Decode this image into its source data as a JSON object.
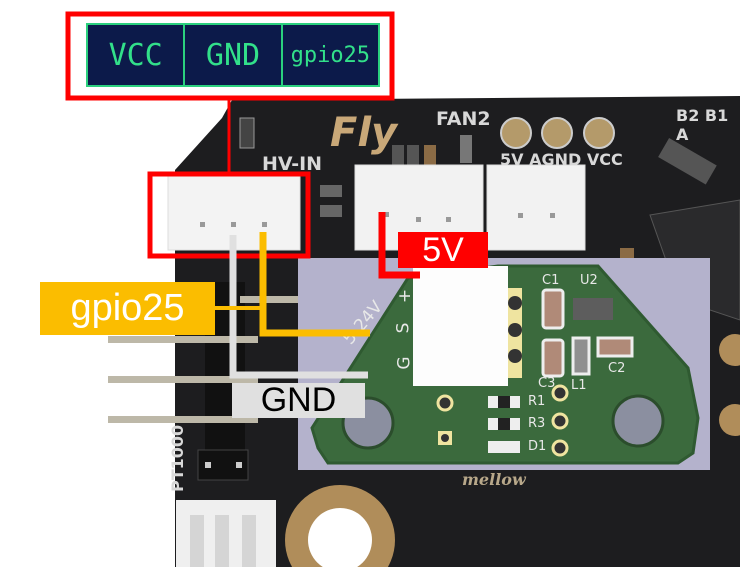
{
  "header_label": {
    "pins": [
      "VCC",
      "GND",
      "gpio25"
    ]
  },
  "board": {
    "brand": "Fly",
    "fan_label": "FAN2",
    "power_pins": "5V AGND VCC",
    "hv_in": "HV-IN",
    "corner_label": "B2 B1 A",
    "pt1000": "PT1000",
    "maker": "mellow"
  },
  "callouts": {
    "gpio": "gpio25",
    "gnd": "GND",
    "v5": "5V"
  },
  "sensor_pcb": {
    "voltage": "5-24V",
    "pins": [
      "+",
      "S",
      "G"
    ],
    "components": [
      "C1",
      "U2",
      "C2",
      "C3",
      "L1",
      "R1",
      "R3",
      "D1"
    ]
  },
  "colors": {
    "red": "#ff0000",
    "orange": "#fbbd00",
    "gray": "#dcdcdc",
    "pcb_green": "#3b6a3d",
    "overlay": "#b4b2cc"
  }
}
